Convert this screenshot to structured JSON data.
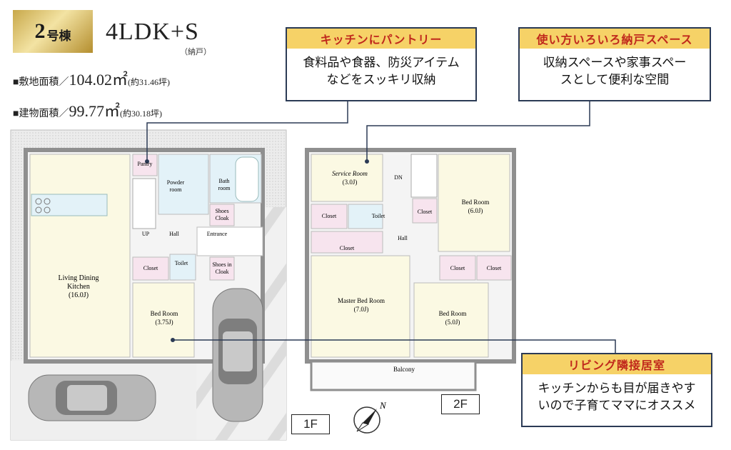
{
  "header": {
    "building_number": "2",
    "building_suffix": "号棟",
    "plan_type": "4LDK+S",
    "plan_type_note": "（納戸）",
    "site_area_label": "■敷地面積／",
    "site_area_value": "104.02㎡",
    "site_area_note": "(約31.46坪)",
    "building_area_label": "■建物面積／",
    "building_area_value": "99.77㎡",
    "building_area_note": "(約30.18坪)"
  },
  "callouts": [
    {
      "title": "キッチンにパントリー",
      "line1": "食料品や食器、防災アイテム",
      "line2": "などをスッキリ収納"
    },
    {
      "title": "使い方いろいろ納戸スペース",
      "line1": "収納スペースや家事スペー",
      "line2": "スとして便利な空間"
    },
    {
      "title": "リビング隣接居室",
      "line1": "キッチンからも目が届きやす",
      "line2": "いので子育てママにオススメ"
    }
  ],
  "floors": {
    "first": {
      "tag": "1F",
      "rooms": {
        "pantry": "Pantry",
        "powder_1": "Powder",
        "powder_2": "room",
        "bath_1": "Bath",
        "bath_2": "room",
        "shoes_cloak_1": "Shoes",
        "shoes_cloak_2": "Cloak",
        "up": "UP",
        "hall": "Hall",
        "entrance": "Entrance",
        "closet": "Closet",
        "toilet": "Toilet",
        "shoes_in_cloak_1": "Shoes in",
        "shoes_in_cloak_2": "Cloak",
        "ldk_1": "Living Dining",
        "ldk_2": "Kitchen",
        "ldk_3": "(16.0J)",
        "bed_1": "Bed Room",
        "bed_2": "(3.75J)"
      }
    },
    "second": {
      "tag": "2F",
      "rooms": {
        "service_1": "Service Room",
        "service_2": "(3.0J)",
        "dn": "DN",
        "closet": "Closet",
        "toilet": "Toilet",
        "hall": "Hall",
        "bed_a_1": "Bed Room",
        "bed_a_2": "(6.0J)",
        "master_1": "Master Bed Room",
        "master_2": "(7.0J)",
        "bed_b_1": "Bed Room",
        "bed_b_2": "(5.0J)",
        "balcony": "Balcony"
      }
    }
  },
  "compass": "N",
  "colors": {
    "wall": "#8f8f8f",
    "room_fill": "#fbf9e3",
    "closet_fill": "#f7e4ee",
    "wet_fill": "#e3f2f8",
    "callout_header": "#f6d267",
    "callout_title": "#c0281c",
    "callout_border": "#2b3a55"
  }
}
